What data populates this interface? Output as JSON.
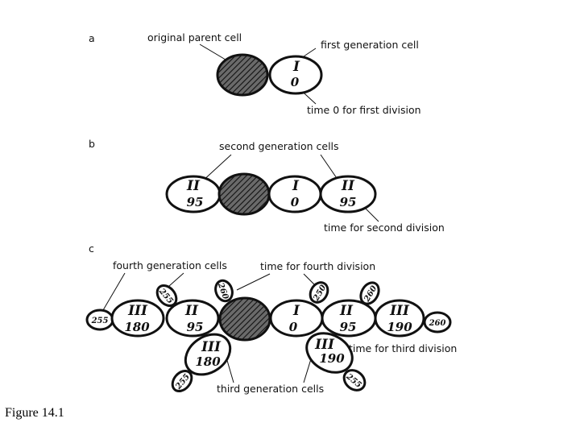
{
  "caption": "Figure 14.1",
  "panels": [
    {
      "letter": "a",
      "labels": {
        "parent": "original parent cell",
        "first_gen": "first generation cell",
        "time0": "time 0 for first division"
      },
      "cells": [
        {
          "gen": "I",
          "time": "0"
        }
      ]
    },
    {
      "letter": "b",
      "labels": {
        "second_gen": "second generation cells",
        "time_second": "time for second division"
      },
      "cells": [
        {
          "gen": "II",
          "time": "95"
        },
        {
          "gen": "I",
          "time": "0"
        },
        {
          "gen": "II",
          "time": "95"
        }
      ]
    },
    {
      "letter": "c",
      "labels": {
        "fourth_gen": "fourth generation cells",
        "time_fourth": "time for fourth division",
        "time_third": "time for third division",
        "third_gen": "third generation cells"
      },
      "cells": [
        {
          "gen": "",
          "time": "255"
        },
        {
          "gen": "III",
          "time": "180"
        },
        {
          "gen": "II",
          "time": "95"
        },
        {
          "gen": "I",
          "time": "0"
        },
        {
          "gen": "II",
          "time": "95"
        },
        {
          "gen": "III",
          "time": "190"
        },
        {
          "gen": "",
          "time": "260"
        },
        {
          "gen": "III",
          "time": "180"
        },
        {
          "gen": "III",
          "time": "190"
        }
      ],
      "buds": [
        "255",
        "260",
        "255",
        "250",
        "260",
        "255"
      ]
    }
  ]
}
